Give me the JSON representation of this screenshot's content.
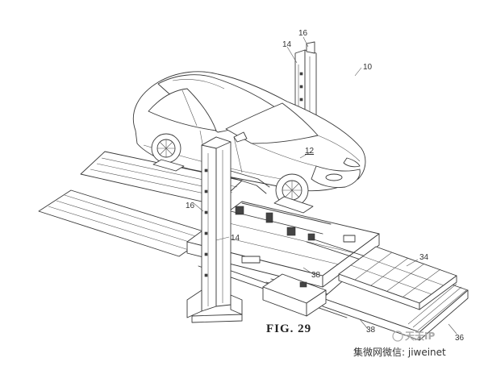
{
  "figure": {
    "caption": "FIG. 29"
  },
  "reference_numerals": {
    "system": "10",
    "vehicle": "12",
    "lift_left": "14",
    "lift_left_lower": "14",
    "tower_top": "16",
    "tower_mid": "16",
    "battery_pack": "34",
    "cart": "36",
    "rail_upper": "38",
    "rail_lower": "38"
  },
  "watermark": {
    "brand": "天天IP",
    "text": "集微网微信: jiweinet"
  }
}
